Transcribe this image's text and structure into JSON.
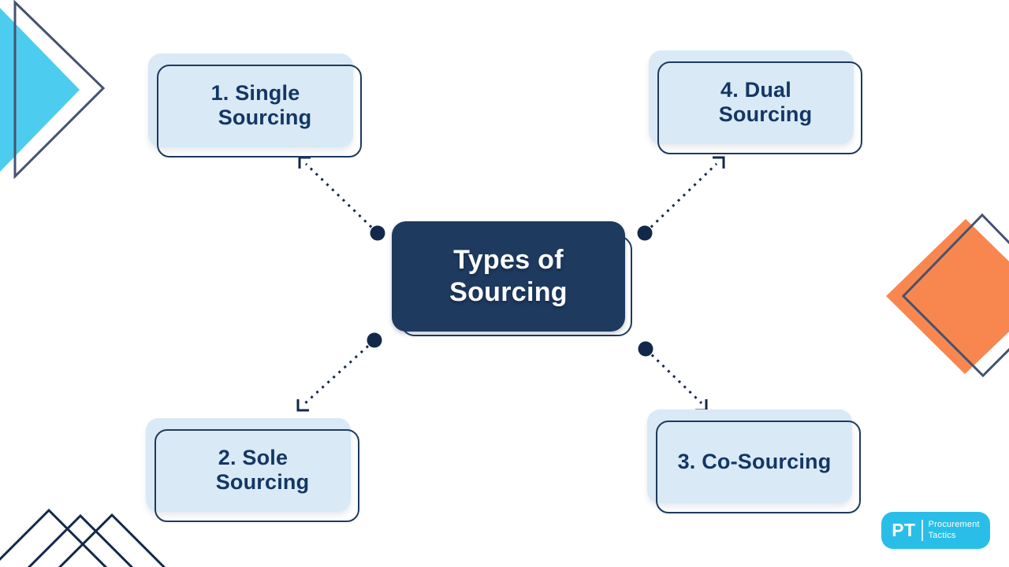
{
  "center": {
    "line1": "Types of",
    "line2": "Sourcing"
  },
  "nodes": [
    {
      "id": "single-sourcing",
      "line1": "1. Single",
      "line2": "Sourcing"
    },
    {
      "id": "sole-sourcing",
      "line1": "2. Sole",
      "line2": "Sourcing"
    },
    {
      "id": "co-sourcing",
      "line1": "3. Co-Sourcing",
      "line2": ""
    },
    {
      "id": "dual-sourcing",
      "line1": "4. Dual",
      "line2": "Sourcing"
    }
  ],
  "logo": {
    "initials": "PT",
    "line1": "Procurement",
    "line2": "Tactics"
  },
  "colors": {
    "navy_fill": "#1e3a5f",
    "ink": "#13294b",
    "light_blue": "#d9e9f6",
    "node_text": "#133764",
    "cyan_triangle": "#4ccdf0",
    "slate_outline": "#45536f",
    "orange": "#f8874f",
    "logo_cyan": "#29bee8",
    "background": "#ffffff"
  }
}
